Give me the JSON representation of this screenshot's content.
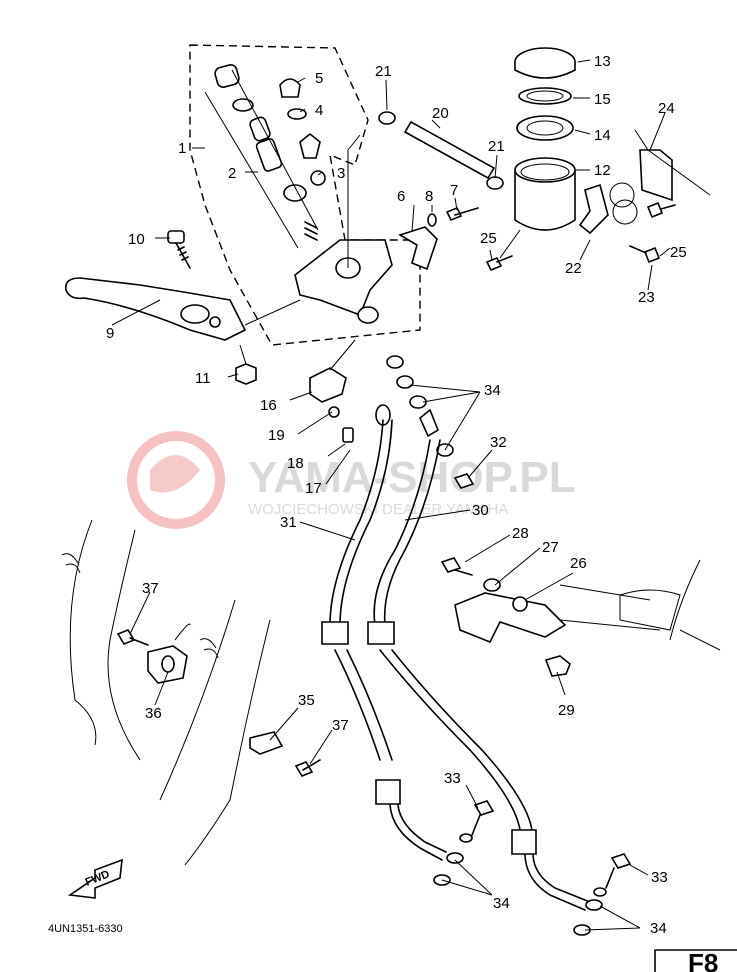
{
  "diagram_code": "4UN1351-6330",
  "page_tag": "F8",
  "fwd_label": "FWD",
  "watermark": {
    "title": "YAMA-SHOP.PL",
    "subtitle": "WOJCIECHOWSKI DEALER YAMAHA"
  },
  "callouts": [
    "1",
    "2",
    "3",
    "4",
    "5",
    "6",
    "7",
    "8",
    "9",
    "10",
    "11",
    "12",
    "13",
    "14",
    "15",
    "16",
    "17",
    "18",
    "19",
    "20",
    "21",
    "21",
    "22",
    "23",
    "24",
    "25",
    "25",
    "26",
    "27",
    "28",
    "29",
    "30",
    "31",
    "32",
    "33",
    "33",
    "34",
    "34",
    "34",
    "35",
    "36",
    "37",
    "37"
  ],
  "colors": {
    "ink": "#000000",
    "watermark_logo": "#f2a6a6",
    "watermark_text": "#d9d9d9"
  }
}
